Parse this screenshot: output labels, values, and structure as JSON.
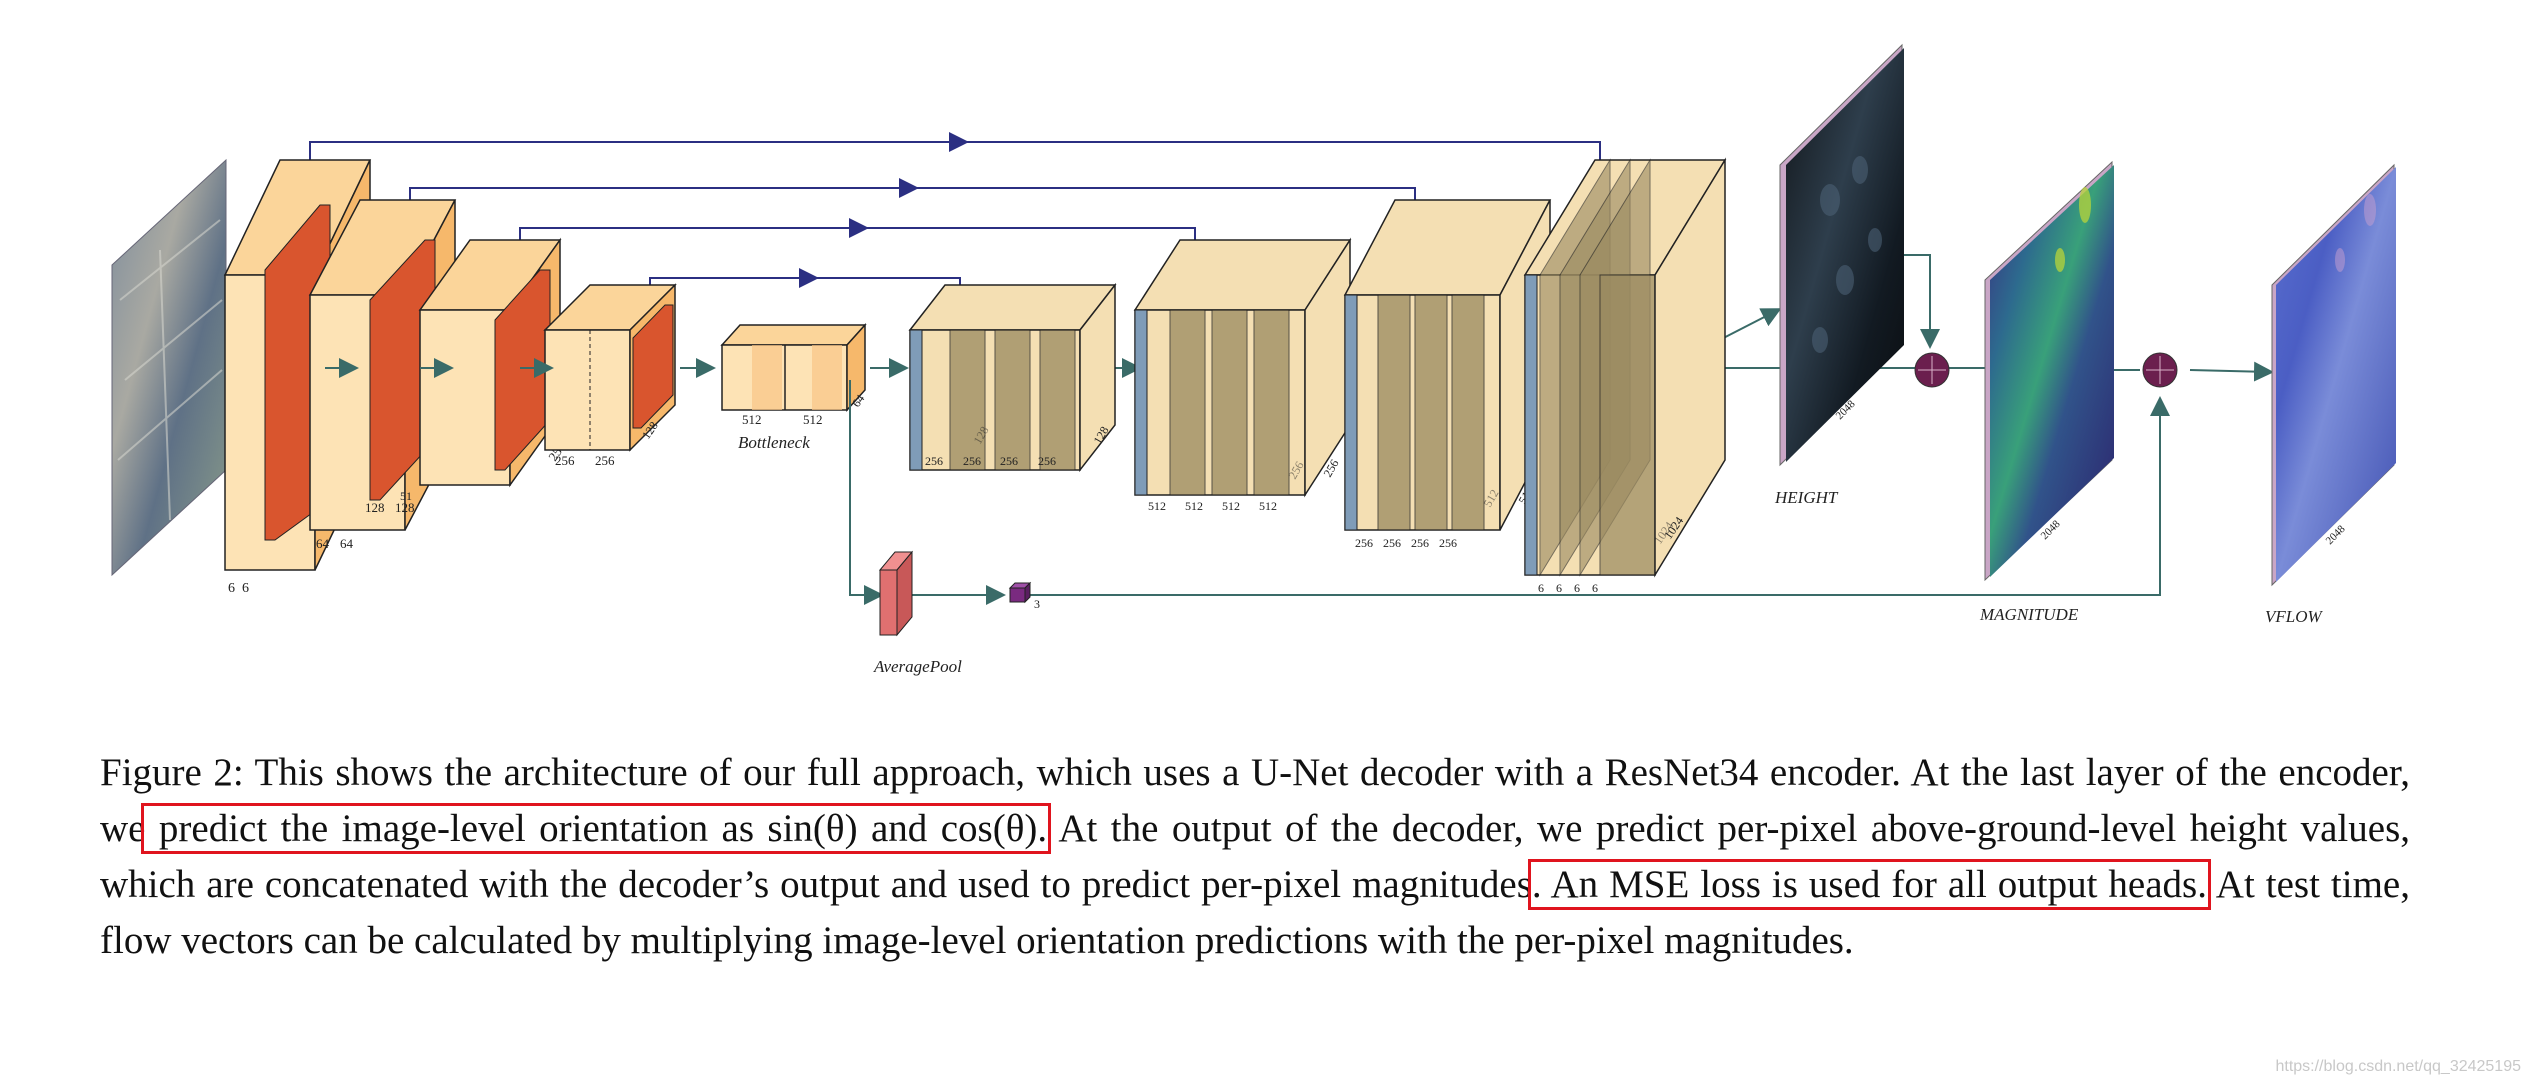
{
  "figure": {
    "labels": {
      "bottleneck": "Bottleneck",
      "average_pool": "AveragePool",
      "height": "HEIGHT",
      "magnitude": "MAGNITUDE",
      "vflow": "VFLOW"
    },
    "dims": {
      "enc1": [
        "6",
        "6",
        "64",
        "64"
      ],
      "enc2": [
        "128",
        "128",
        "51"
      ],
      "enc3": [
        "256",
        "256",
        "256"
      ],
      "enc4": [
        "128"
      ],
      "bottleneck": [
        "512",
        "512",
        "64"
      ],
      "dec1": [
        "256",
        "256",
        "256",
        "256",
        "128",
        "128"
      ],
      "dec2": [
        "512",
        "512",
        "512",
        "512",
        "256",
        "256"
      ],
      "dec3": [
        "256",
        "256",
        "256",
        "256",
        "512",
        "512"
      ],
      "dec4": [
        "6",
        "6",
        "6",
        "6",
        "1024",
        "1024"
      ],
      "pool": [
        "3"
      ],
      "height_size": "2048",
      "magnitude_size": "2048",
      "vflow_size": "2048"
    },
    "colors": {
      "encoder_block": "#fde3b5",
      "encoder_inner": "#d9552e",
      "decoder_block": "#f4dfb3",
      "decoder_blue": "#7f9cb8",
      "decoder_gold": "#9a8a60",
      "skip_arrow": "#2b2f82",
      "flow_arrow": "#3a6b68",
      "concat_node": "#6b1f4e",
      "pool_block": "#e07070",
      "highlight": "#e0141e"
    }
  },
  "caption": {
    "part1": "Figure 2: This shows the architecture of our full approach, which uses a U-Net decoder with a ResNet34 encoder. At the last layer of the encoder, we",
    "highlight1": " predict the image-level orientation as sin(θ) and cos(θ).",
    "part2": " At the output of the decoder, we predict per-pixel above-ground-level height values, which are concatenated with the decoder’s output and used to predict per-pixel magnitudes",
    "highlight2": ". An MSE loss is used for all output heads.",
    "part3": " At test time, flow vectors can be calculated by multiplying image-level orientation predictions with the per-pixel magnitudes."
  },
  "watermark": "https://blog.csdn.net/qq_32425195"
}
